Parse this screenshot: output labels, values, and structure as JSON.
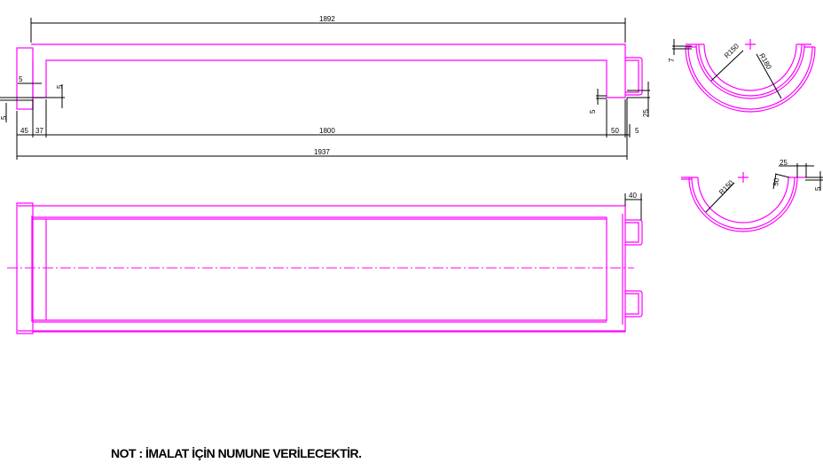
{
  "colors": {
    "geometry": "#ff00ff",
    "dimensions": "#000000"
  },
  "top_view": {
    "dims": {
      "overall_top": "1892",
      "overall_bottom": "1937",
      "inner": "1800",
      "flange": "45",
      "offset": "37",
      "right_a": "50",
      "right_b": "5",
      "left_gap": "5",
      "left_step": "5",
      "left_low": "5",
      "right_step": "5",
      "handle": "25"
    }
  },
  "front_view": {
    "dims": {
      "handle_width": "40"
    }
  },
  "section_a": {
    "dims": {
      "flange": "7",
      "inner_radius": "R150",
      "outer_radius": "R180"
    }
  },
  "section_b": {
    "dims": {
      "radius": "R150",
      "lip": "25",
      "depth": "50",
      "thickness": "5"
    }
  },
  "note": "NOT : İMALAT İÇİN NUMUNE VERİLECEKTİR."
}
